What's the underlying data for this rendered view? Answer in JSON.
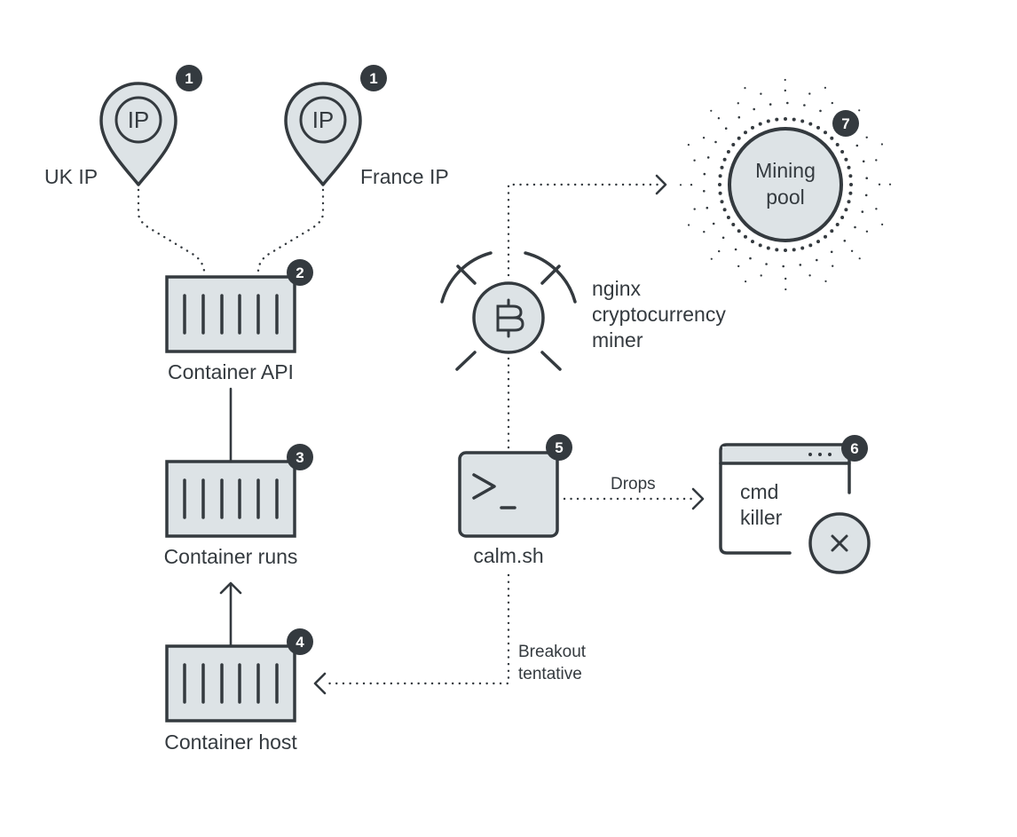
{
  "colors": {
    "stroke": "#343a3f",
    "fill": "#dde3e6",
    "badge": "#343a3f",
    "badge_text": "#ffffff",
    "background": "#ffffff"
  },
  "nodes": {
    "uk_ip": {
      "label": "UK IP",
      "icon_text": "IP",
      "badge": "1",
      "icon": "location-pin-icon"
    },
    "france_ip": {
      "label": "France IP",
      "icon_text": "IP",
      "badge": "1",
      "icon": "location-pin-icon"
    },
    "container_api": {
      "label": "Container API",
      "badge": "2",
      "icon": "container-icon"
    },
    "container_runs": {
      "label": "Container runs",
      "badge": "3",
      "icon": "container-icon"
    },
    "container_host": {
      "label": "Container host",
      "badge": "4",
      "icon": "container-icon"
    },
    "calm_sh": {
      "label": "calm.sh",
      "badge": "5",
      "icon": "terminal-icon"
    },
    "cmd_killer": {
      "label_line1": "cmd",
      "label_line2": "killer",
      "badge": "6",
      "icon": "window-close-icon"
    },
    "mining_pool": {
      "label_line1": "Mining",
      "label_line2": "pool",
      "badge": "7",
      "icon": "mining-pool-icon"
    },
    "miner": {
      "label_line1": "nginx",
      "label_line2": "cryptocurrency",
      "label_line3": "miner",
      "icon": "bitcoin-icon"
    }
  },
  "edges": {
    "drops": {
      "label": "Drops"
    },
    "breakout": {
      "label_line1": "Breakout",
      "label_line2": "tentative"
    }
  }
}
